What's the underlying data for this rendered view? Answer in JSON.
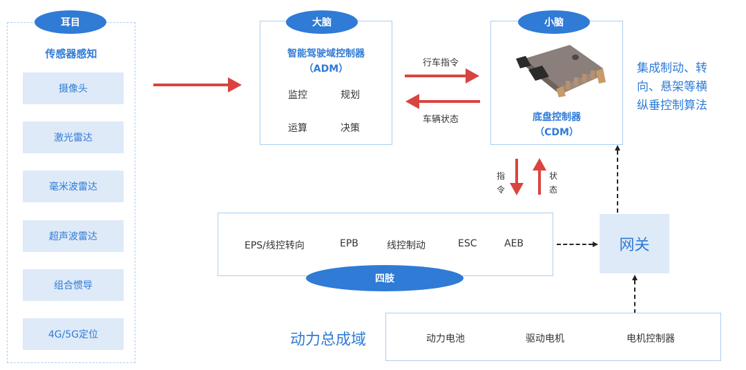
{
  "sensor_panel": {
    "badge": "耳目",
    "title": "传感器感知",
    "items": [
      "摄像头",
      "激光雷达",
      "毫米波雷达",
      "超声波雷达",
      "组合惯导",
      "4G/5G定位"
    ]
  },
  "adm": {
    "badge": "大脑",
    "title_line1": "智能驾驶域控制器",
    "title_line2": "（ADM）",
    "functions": [
      "监控",
      "规划",
      "运算",
      "决策"
    ]
  },
  "adm_cdm_links": {
    "forward_label": "行车指令",
    "backward_label": "车辆状态"
  },
  "cdm": {
    "badge": "小脑",
    "image_alt": "chassis-controller-module",
    "title_line1": "底盘控制器",
    "title_line2": "（CDM）",
    "description_lines": [
      "集成制动、转",
      "向、悬架等横",
      "纵垂控制算法"
    ]
  },
  "cdm_limbs_links": {
    "down_label": [
      "指",
      "令"
    ],
    "up_label": [
      "状",
      "态"
    ]
  },
  "limbs": {
    "badge": "四肢",
    "items": [
      "EPS/线控转向",
      "EPB",
      "线控制动",
      "ESC",
      "AEB"
    ]
  },
  "gateway": {
    "label": "网关"
  },
  "powertrain": {
    "title": "动力总成域",
    "items": [
      "动力电池",
      "驱动电机",
      "电机控制器"
    ]
  },
  "colors": {
    "accent_blue": "#2f7bd6",
    "light_blue_fill": "#deeaf8",
    "outline_blue": "#a9cdf0",
    "arrow_red": "#d9443f"
  }
}
